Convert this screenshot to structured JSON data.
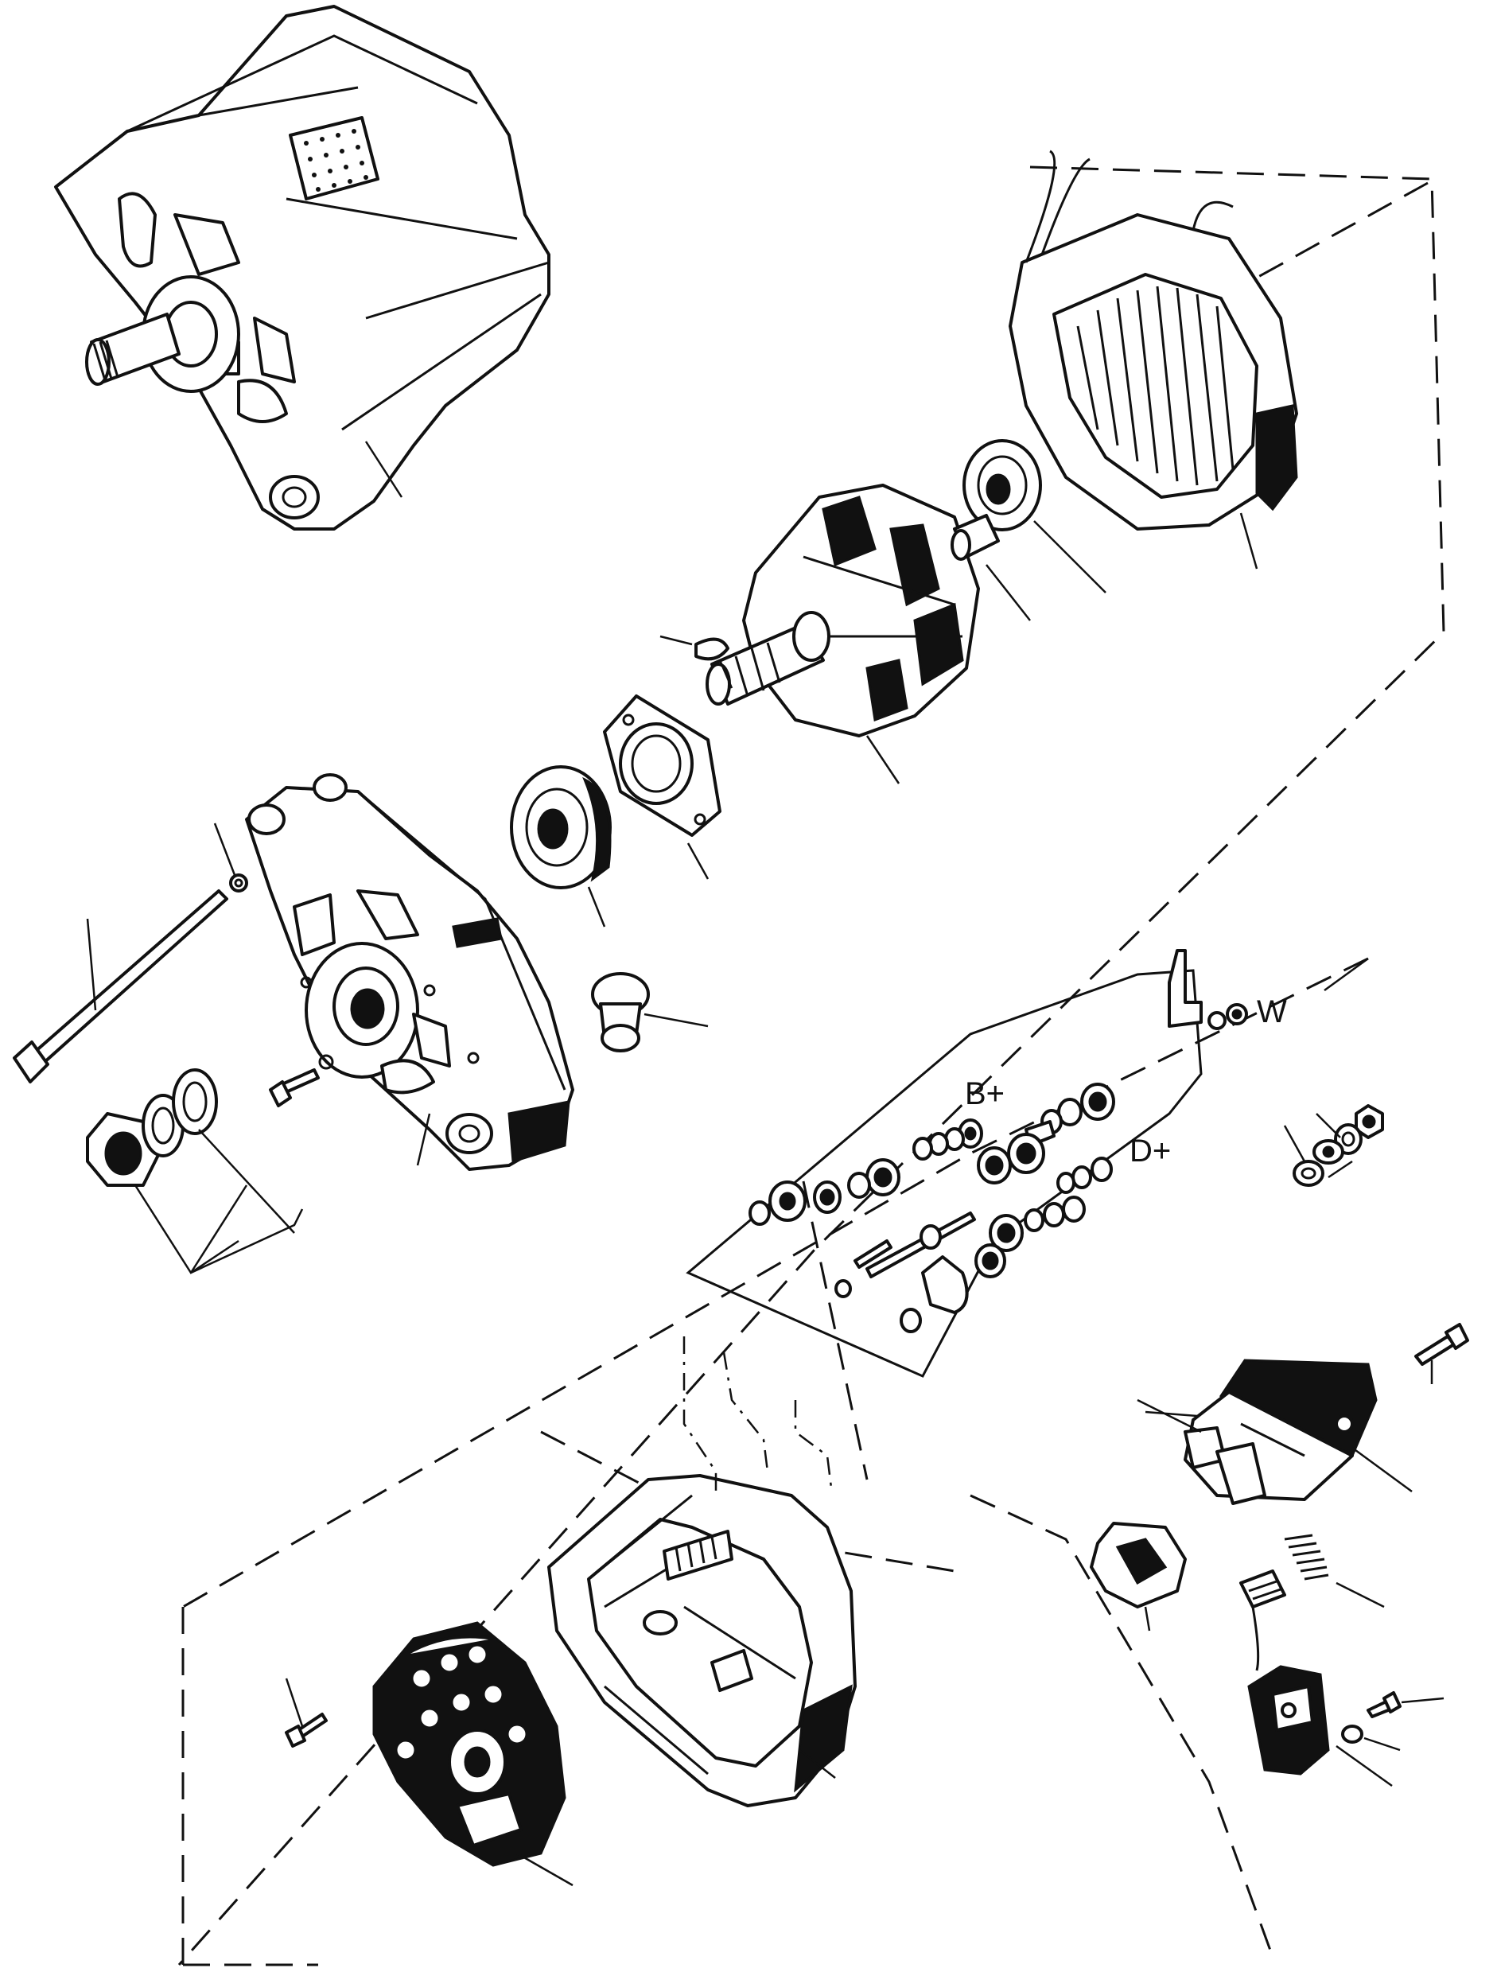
{
  "diagram": {
    "terminal_labels": {
      "b_plus": "B+",
      "d_plus": "D+",
      "w": "W"
    },
    "ink_color": "#111111",
    "paper_color": "#ffffff"
  }
}
